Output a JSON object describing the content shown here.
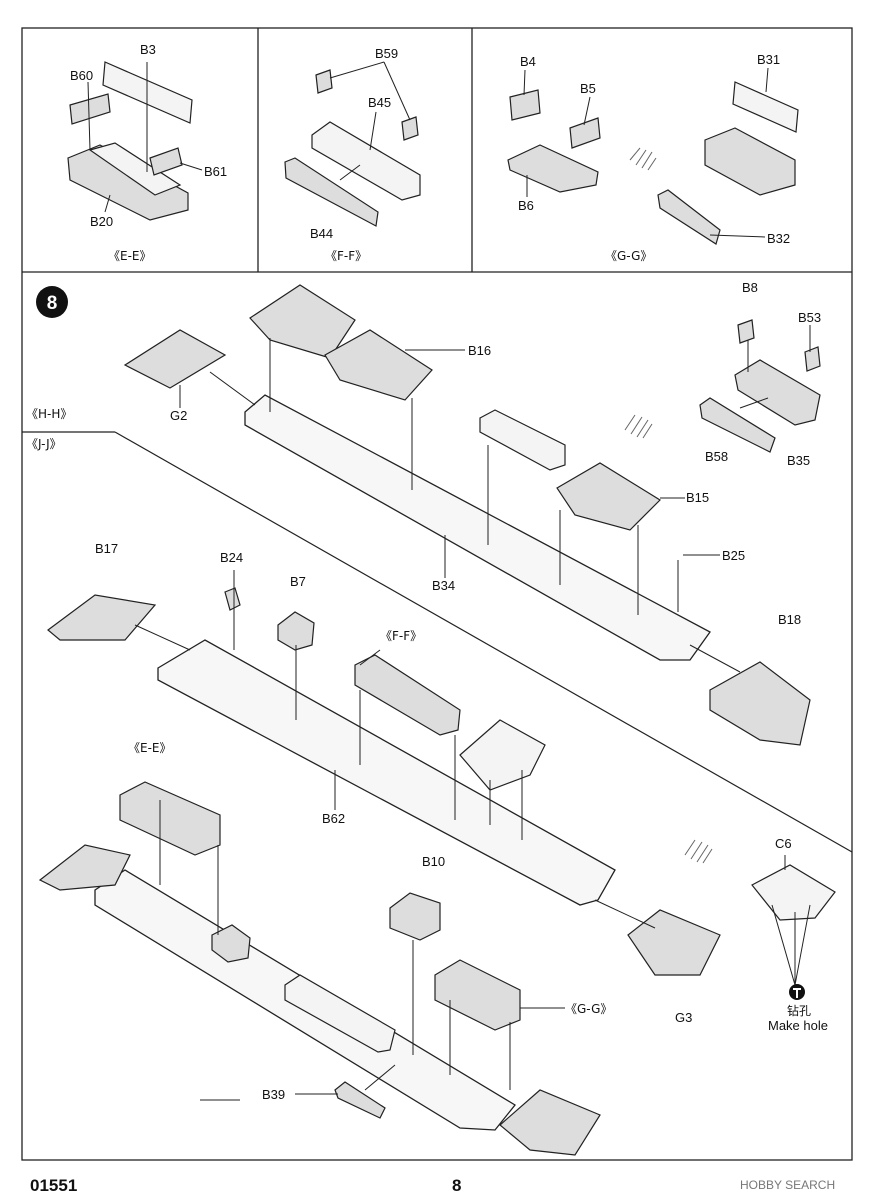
{
  "sub_panels": [
    {
      "id": "E-E",
      "caption": "《E-E》",
      "parts": [
        "B3",
        "B60",
        "B61",
        "B20"
      ]
    },
    {
      "id": "F-F",
      "caption": "《F-F》",
      "parts": [
        "B59",
        "B45",
        "B44"
      ]
    },
    {
      "id": "G-G",
      "caption": "《G-G》",
      "parts": [
        "B4",
        "B5",
        "B31",
        "B6",
        "B32"
      ]
    }
  ],
  "step": {
    "number": "8"
  },
  "views": {
    "hh": "《H-H》",
    "jj": "《J-J》"
  },
  "parts": {
    "B3": "B3",
    "B60": "B60",
    "B61": "B61",
    "B20": "B20",
    "B59": "B59",
    "B45": "B45",
    "B44": "B44",
    "B4": "B4",
    "B5": "B5",
    "B31": "B31",
    "B6": "B6",
    "B32": "B32",
    "B8": "B8",
    "B53": "B53",
    "B58": "B58",
    "B35": "B35",
    "B16": "B16",
    "G2": "G2",
    "B15": "B15",
    "B34": "B34",
    "B25": "B25",
    "B18": "B18",
    "B17": "B17",
    "B24": "B24",
    "B7": "B7",
    "B62": "B62",
    "G3": "G3",
    "C6": "C6",
    "B10": "B10",
    "B39": "B39"
  },
  "refs": {
    "ff": "《F-F》",
    "ee": "《E-E》",
    "gg": "《G-G》"
  },
  "hole": {
    "cn": "钻孔",
    "en": "Make hole"
  },
  "footer": {
    "code": "01551",
    "page": "8"
  },
  "watermark": "HOBBY SEARCH"
}
